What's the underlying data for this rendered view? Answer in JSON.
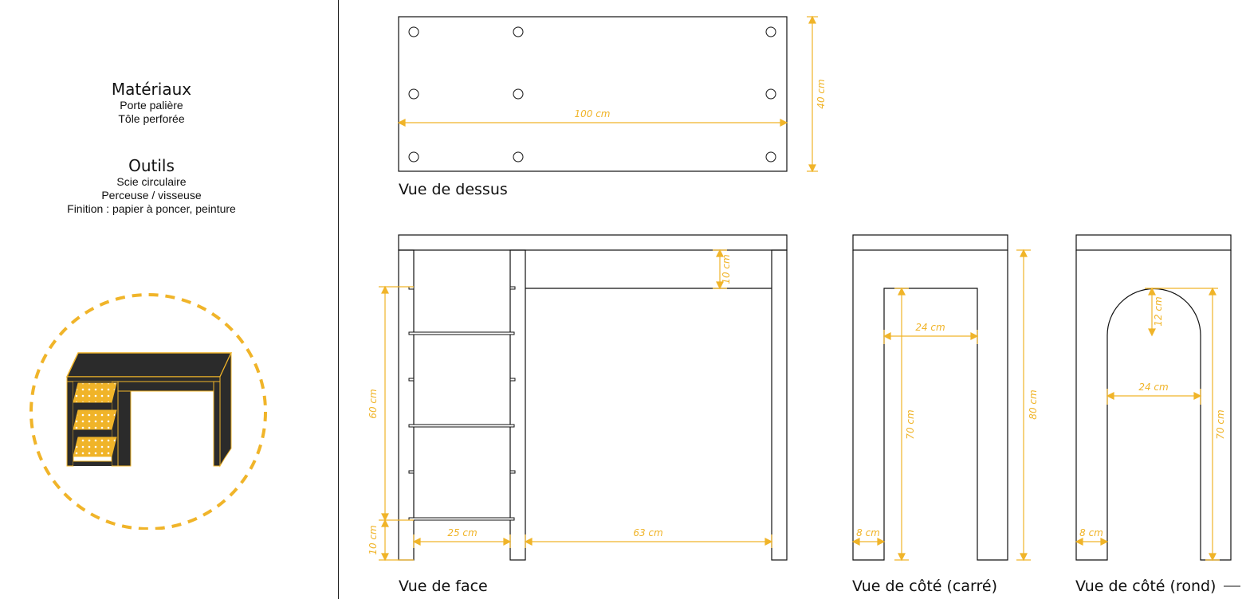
{
  "materials": {
    "title": "Matériaux",
    "items": [
      "Porte palière",
      "Tôle perforée"
    ]
  },
  "tools": {
    "title": "Outils",
    "items": [
      "Scie circulaire",
      "Perceuse / visseuse",
      "Finition : papier à poncer, peinture"
    ]
  },
  "colors": {
    "accent": "#f0b429",
    "panel": "#2b2b2b",
    "line": "#111111"
  },
  "views": {
    "top": {
      "caption": "Vue de dessus",
      "dims": {
        "width": "100 cm",
        "depth": "40 cm"
      }
    },
    "front": {
      "caption": "Vue de face",
      "dims": {
        "apron": "10 cm",
        "shelf_height": "60 cm",
        "bottom": "10 cm",
        "shelf_width": "25 cm",
        "opening": "63 cm"
      }
    },
    "side_square": {
      "caption": "Vue de côté (carré)",
      "dims": {
        "opening_width": "24 cm",
        "opening_height": "70 cm",
        "total_height": "80 cm",
        "leg": "8 cm"
      }
    },
    "side_round": {
      "caption": "Vue de côté (rond)",
      "dims": {
        "arc": "12 cm",
        "opening_width": "24 cm",
        "opening_height": "70 cm",
        "leg": "8 cm"
      }
    }
  }
}
